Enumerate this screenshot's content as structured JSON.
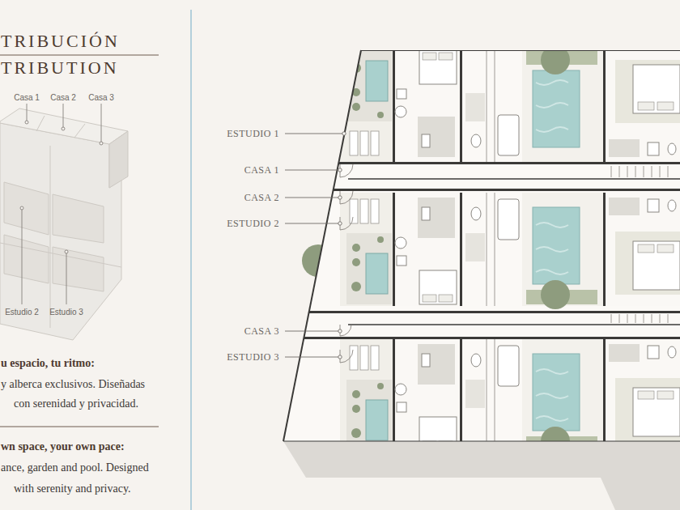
{
  "diagram": {
    "title": "TRIBUCIÓN",
    "labels": [
      "TRIBUTION",
      "Casa 1",
      "Casa 2",
      "Casa 3",
      "Estudio 2",
      "Estudio 3",
      "u espacio, tu ritmo:",
      "y alberca exclusivos. Diseñadas",
      "con serenidad y privacidad.",
      "wn space, your own pace:",
      "ance, garden and pool. Designed",
      "with serenity and privacy.",
      "ESTUDIO 1",
      "CASA 1",
      "CASA 2",
      "ESTUDIO 2",
      "CASA 3",
      "ESTUDIO 3"
    ]
  }
}
